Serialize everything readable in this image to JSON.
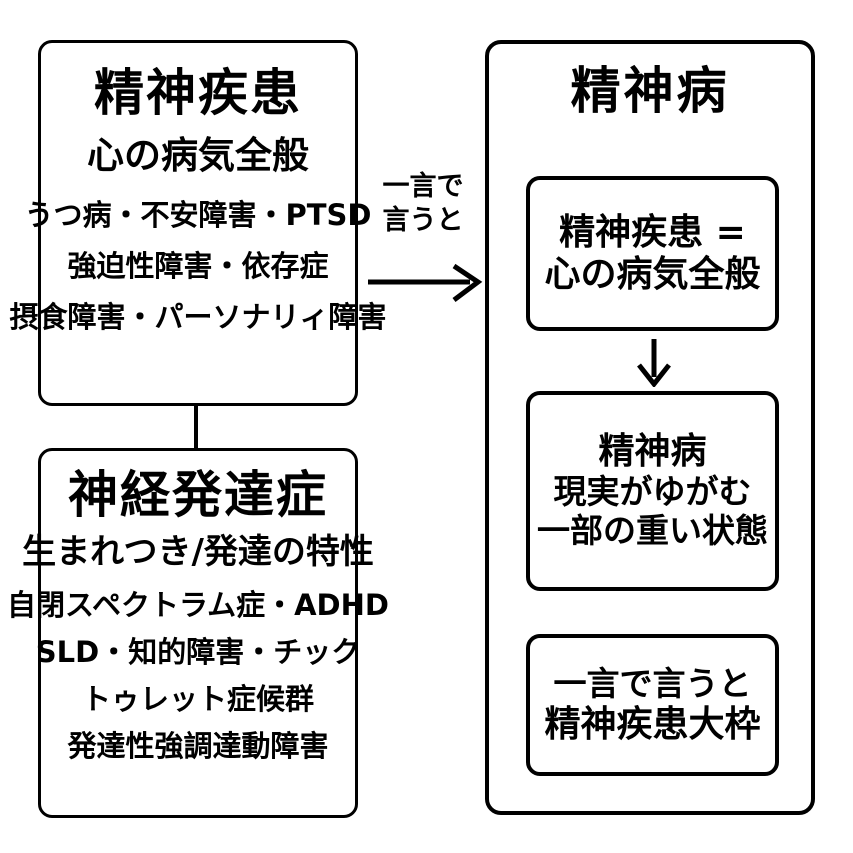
{
  "diagram": {
    "title_visible": false,
    "left_column": {
      "box1": {
        "title": "精神疾患",
        "subtitle": "心の病気全般",
        "items": [
          "うつ病・不安障害・PTSD",
          "強迫性障害・依存症",
          "摂食障害・パーソナリィ障害"
        ]
      },
      "box2": {
        "title": "神経発達症",
        "subtitle": "生まれつき/発達の特性",
        "items": [
          "自閉スペクトラム症・ADHD",
          "SLD・知的障害・チック",
          "トゥレット症候群",
          "発達性強調達動障害"
        ]
      }
    },
    "connector": {
      "label_line1": "一言で",
      "label_line2": "言うと",
      "arrow_icon": "arrow-right-icon"
    },
    "right_panel": {
      "title": "精神病",
      "inner_boxes": [
        {
          "lines": [
            "精神疾患 =",
            "心の病気全般"
          ]
        },
        {
          "lines": [
            "精神病",
            "現実がゆがむ",
            "一部の重い状態"
          ]
        },
        {
          "lines": [
            "一言で言うと",
            "精神疾患大枠"
          ]
        }
      ],
      "down_arrow_icon": "arrow-down-icon"
    },
    "colors": {
      "stroke": "#000000",
      "background": "#ffffff",
      "text": "#000000"
    }
  }
}
